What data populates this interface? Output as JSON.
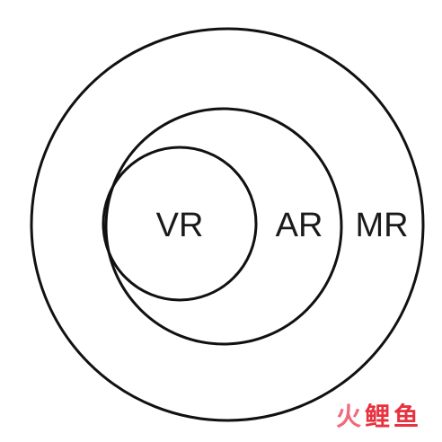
{
  "diagram": {
    "labels": {
      "vr": "VR",
      "ar": "AR",
      "mr": "MR"
    },
    "colors": {
      "stroke": "#111111",
      "text": "#1a1a1a"
    }
  },
  "watermark": {
    "glyphs": [
      "火",
      "鲤",
      "鱼"
    ],
    "colors": [
      "#f06a7a",
      "#e6333f",
      "#e6333f"
    ]
  }
}
